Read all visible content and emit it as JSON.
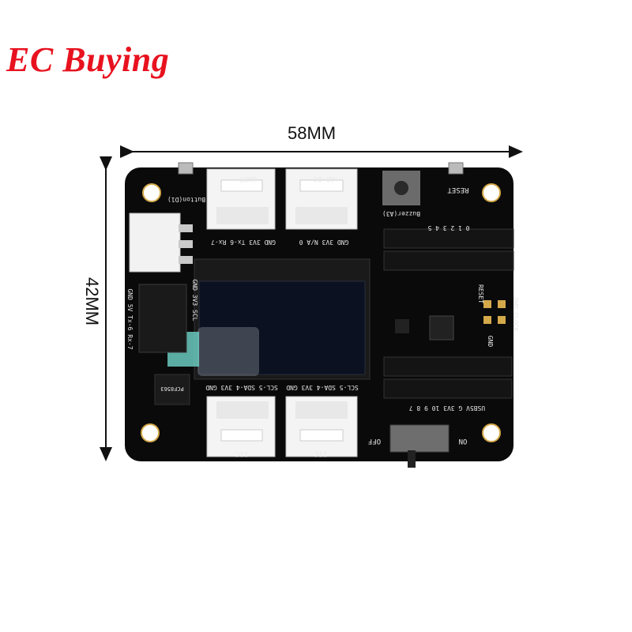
{
  "brand": {
    "text": "EC Buying",
    "color": "#e8121f"
  },
  "dimensions": {
    "width_label": "58MM",
    "height_label": "42MM"
  },
  "board": {
    "color": "#0a0a0a",
    "silkscreen": {
      "uart": "UART",
      "a0_d0": "A0-D0",
      "button": "Button(D1)",
      "buzzer": "Buzzer(A3)",
      "reset": "RESET",
      "uart_pins": "GND 3V3 Tx-6 Rx-7",
      "a0_pins": "GND 3V3 N/A 0",
      "header_top_pins": "0 1 2 3 4 5",
      "left_header": "GND 5V Tx-6 Rx-7",
      "left_header2": "GND 3V3 SCL",
      "reset_side": "RESET",
      "swd": "SWD CLOCK",
      "gnd": "GND",
      "iic_pins_left": "SCL-5 SDA-4 3V3 GND",
      "iic_pins_right": "SCL-5 SDA-4 3V3 GND",
      "bottom_header_pins": "USB5V G 3V3 10 9 8 7",
      "iic_left": "IIC",
      "iic_right": "IIC",
      "off": "OFF",
      "on": "ON",
      "chip": "PCF8563"
    }
  }
}
